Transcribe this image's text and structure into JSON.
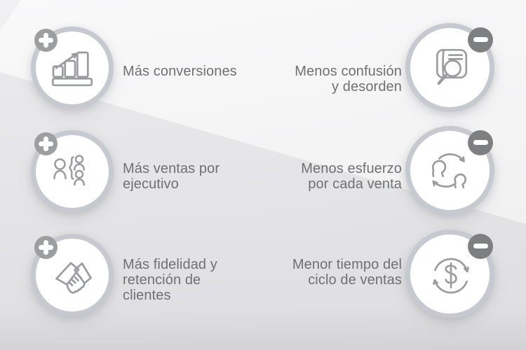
{
  "benefits": [
    {
      "label": "Más conversiones",
      "sign": "+",
      "icon": "bar-chart-growth-icon"
    },
    {
      "label": "Menos confusión\ny desorden",
      "sign": "−",
      "icon": "book-magnifier-icon"
    },
    {
      "label": "Más ventas por\nejecutivo",
      "sign": "+",
      "icon": "team-structure-icon"
    },
    {
      "label": "Menos esfuerzo\npor cada venta",
      "sign": "−",
      "icon": "people-sync-icon"
    },
    {
      "label": "Más fidelidad y\nretención de\nclientes",
      "sign": "+",
      "icon": "handshake-icon"
    },
    {
      "label": "Menor tiempo del\nciclo de ventas",
      "sign": "−",
      "icon": "dollar-cycle-icon"
    }
  ],
  "colors": {
    "ring": "#c6c9cf",
    "icon_stroke": "#9b9c9f",
    "plus_badge": "#9d9ea0",
    "minus_badge": "#7d7f81",
    "text": "#6f7071",
    "background_top": "#f9f9fa",
    "background_bottom": "#ededee"
  }
}
